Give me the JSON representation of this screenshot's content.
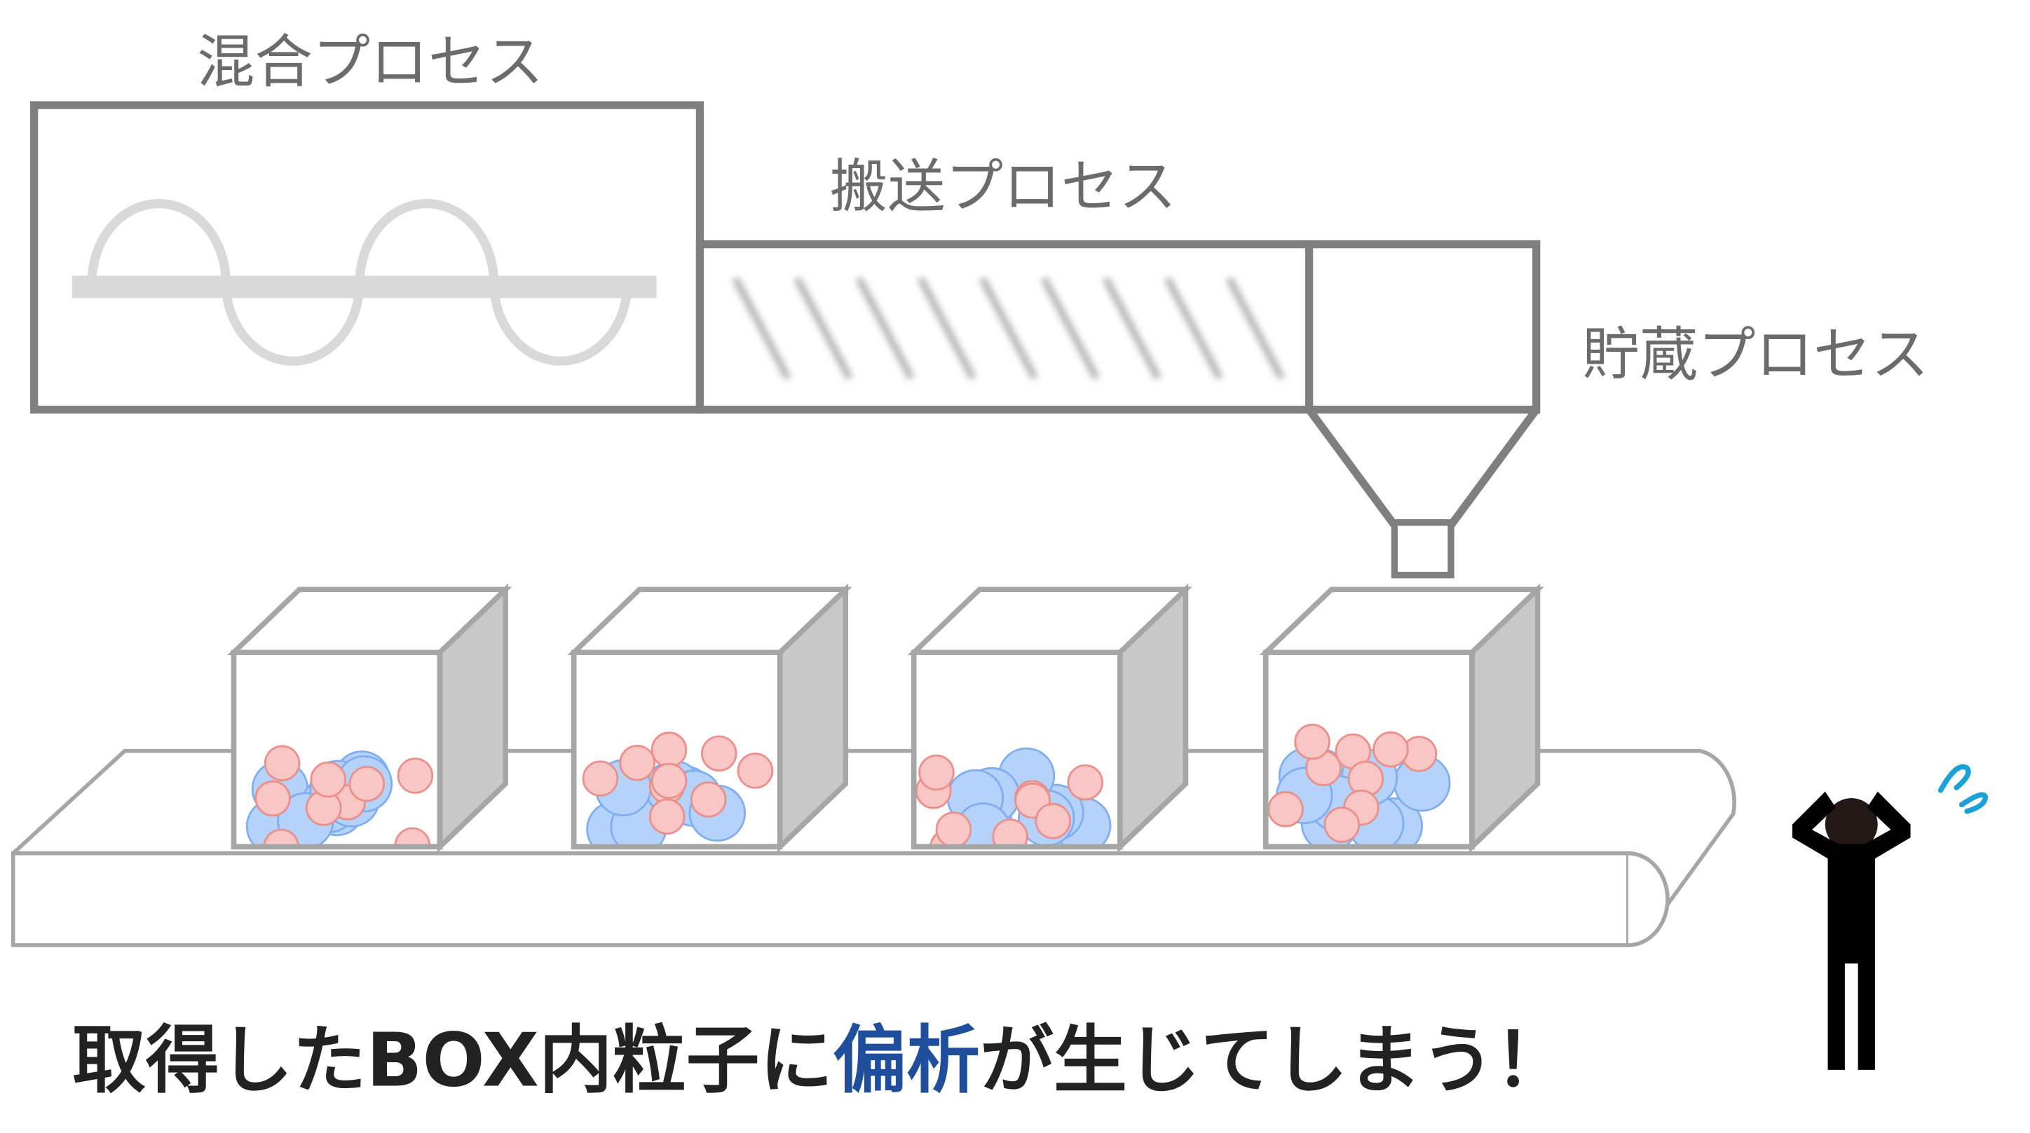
{
  "labels": {
    "mixing": "混合プロセス",
    "transport": "搬送プロセス",
    "storage": "貯蔵プロセス"
  },
  "caption": {
    "before": "取得したBOX内粒子に",
    "highlight": "偏析",
    "after": "が生じてしまう！"
  },
  "colors": {
    "machine_stroke": "#7f7f7f",
    "particle_large": "#b4d2fa",
    "particle_small": "#f8c6c4",
    "highlight_text": "#1f4e9c",
    "worry_marks": "#1ba1d8"
  }
}
